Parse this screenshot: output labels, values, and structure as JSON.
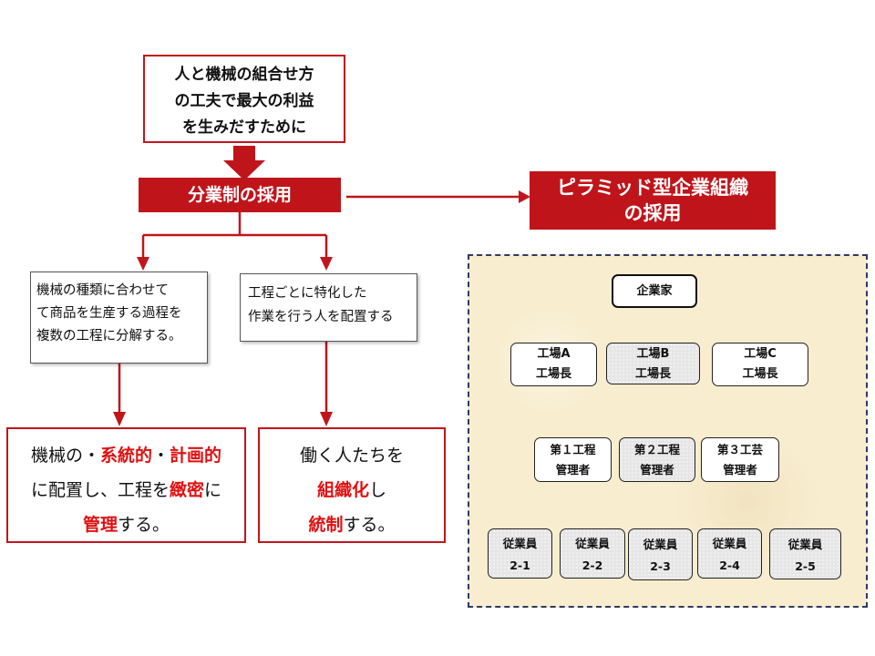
{
  "top_box": {
    "lines": [
      "人と機械の組合せ方",
      "の工夫で最大の利益",
      "を生みだすために"
    ]
  },
  "adoption_label": "分業制の採用",
  "pyramid_title": [
    "ピラミッド型企業組織",
    "の採用"
  ],
  "left_desc": [
    "機械の種類に合わせて",
    "て商品を生産する過程を",
    "複数の工程に分解する。"
  ],
  "mid_desc": [
    "工程ごとに特化した",
    "作業を行う人を配置する"
  ],
  "left_result": {
    "l1a": "機械の・",
    "l1b": "系統的",
    "l1c": "・",
    "l1d": "計画的",
    "l2a": "に配置し、工程を",
    "l2b": "緻密",
    "l2c": "に",
    "l3a": "管理",
    "l3b": "する。"
  },
  "mid_result": {
    "l1": "働く人たちを",
    "l2a": "組織化",
    "l2b": "し",
    "l3a": "統制",
    "l3b": "する。"
  },
  "org": {
    "top": "企業家",
    "factories": [
      {
        "l1": "工場A",
        "l2": "工場長"
      },
      {
        "l1": "工場B",
        "l2": "工場長"
      },
      {
        "l1": "工場C",
        "l2": "工場長"
      }
    ],
    "managers": [
      {
        "l1": "第１工程",
        "l2": "管理者"
      },
      {
        "l1": "第２工程",
        "l2": "管理者"
      },
      {
        "l1": "第３工芸",
        "l2": "管理者"
      }
    ],
    "employees": [
      {
        "l1": "従業員",
        "l2": "2-1"
      },
      {
        "l1": "従業員",
        "l2": "2-2"
      },
      {
        "l1": "従業員",
        "l2": "2-3"
      },
      {
        "l1": "従業員",
        "l2": "2-4"
      },
      {
        "l1": "従業員",
        "l2": "2-5"
      }
    ]
  },
  "colors": {
    "accent_red": "#c0141b",
    "highlight_red": "#e01010",
    "panel_bg": "#f8edcf",
    "panel_border": "#2e3a66"
  }
}
